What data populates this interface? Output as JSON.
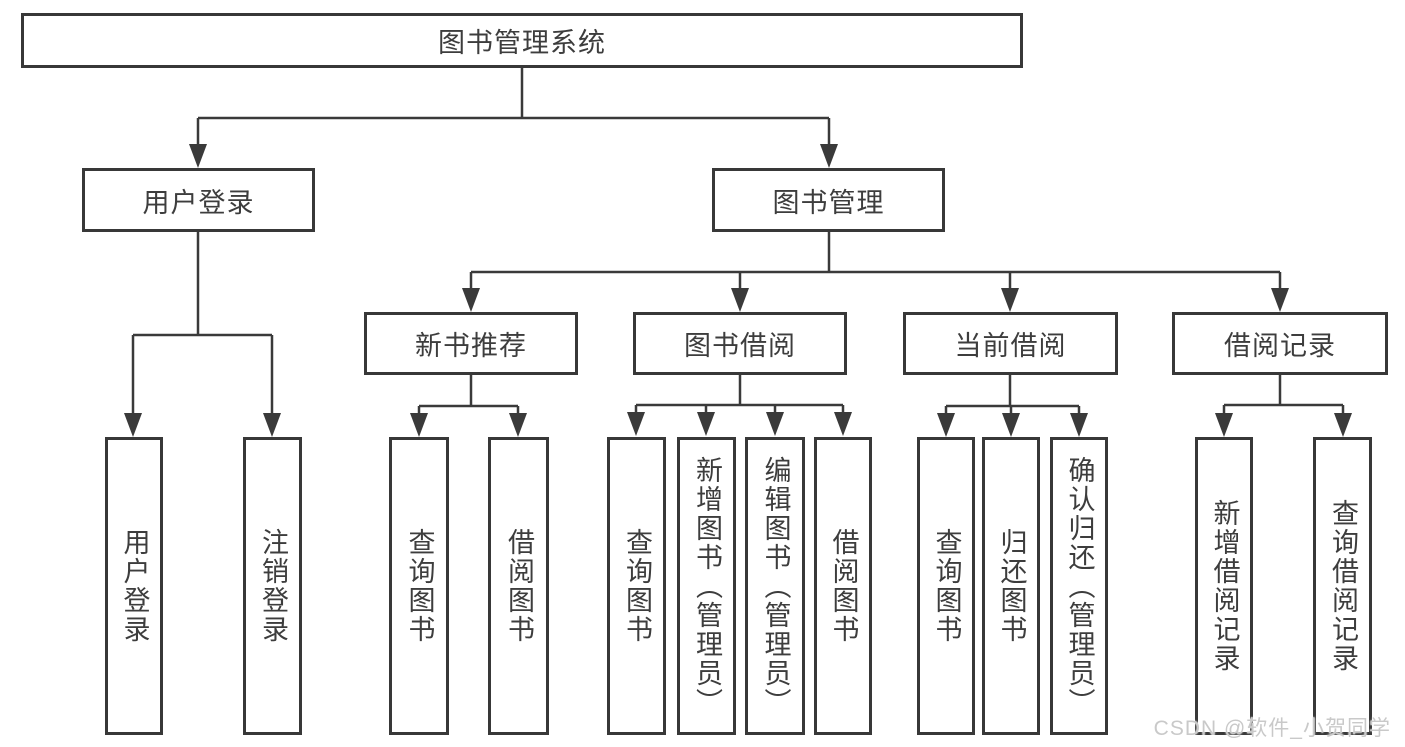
{
  "diagram": {
    "type": "tree",
    "title": "图书管理系统",
    "colors": {
      "line": "#3a3a3a",
      "box_border": "#383838",
      "text": "#3d3d3d",
      "background": "#ffffff",
      "watermark": "#c9c9c9"
    },
    "tree": {
      "root": {
        "label": "图书管理系统",
        "children": [
          {
            "label": "用户登录",
            "children": [
              {
                "label": "用户登录"
              },
              {
                "label": "注销登录"
              }
            ]
          },
          {
            "label": "图书管理",
            "children": [
              {
                "label": "新书推荐",
                "children": [
                  {
                    "label": "查询图书"
                  },
                  {
                    "label": "借阅图书"
                  }
                ]
              },
              {
                "label": "图书借阅",
                "children": [
                  {
                    "label": "查询图书"
                  },
                  {
                    "label": "新增图书（管理员）"
                  },
                  {
                    "label": "编辑图书（管理员）"
                  },
                  {
                    "label": "借阅图书"
                  }
                ]
              },
              {
                "label": "当前借阅",
                "children": [
                  {
                    "label": "查询图书"
                  },
                  {
                    "label": "归还图书"
                  },
                  {
                    "label": "确认归还（管理员）"
                  }
                ]
              },
              {
                "label": "借阅记录",
                "children": [
                  {
                    "label": "新增借阅记录"
                  },
                  {
                    "label": "查询借阅记录"
                  }
                ]
              }
            ]
          }
        ]
      }
    },
    "watermark": "CSDN @软件_小贺同学"
  }
}
